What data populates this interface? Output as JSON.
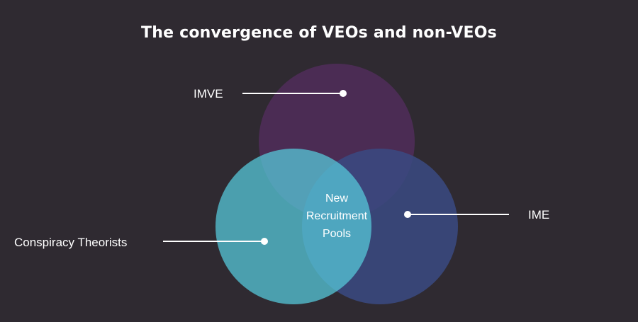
{
  "title": "The convergence of VEOs and non-VEOs",
  "sets": [
    {
      "label": "IMVE",
      "color": "#4e2d57"
    },
    {
      "label": "IME",
      "color": "#3a4a82"
    },
    {
      "label": "Conspiracy Theorists",
      "color": "#55c7d8"
    }
  ],
  "center_label": [
    "New",
    "Recruitment",
    "Pools"
  ],
  "colors": {
    "background": "#2f2a31",
    "text": "#ffffff",
    "leader_line": "#ffffff"
  }
}
